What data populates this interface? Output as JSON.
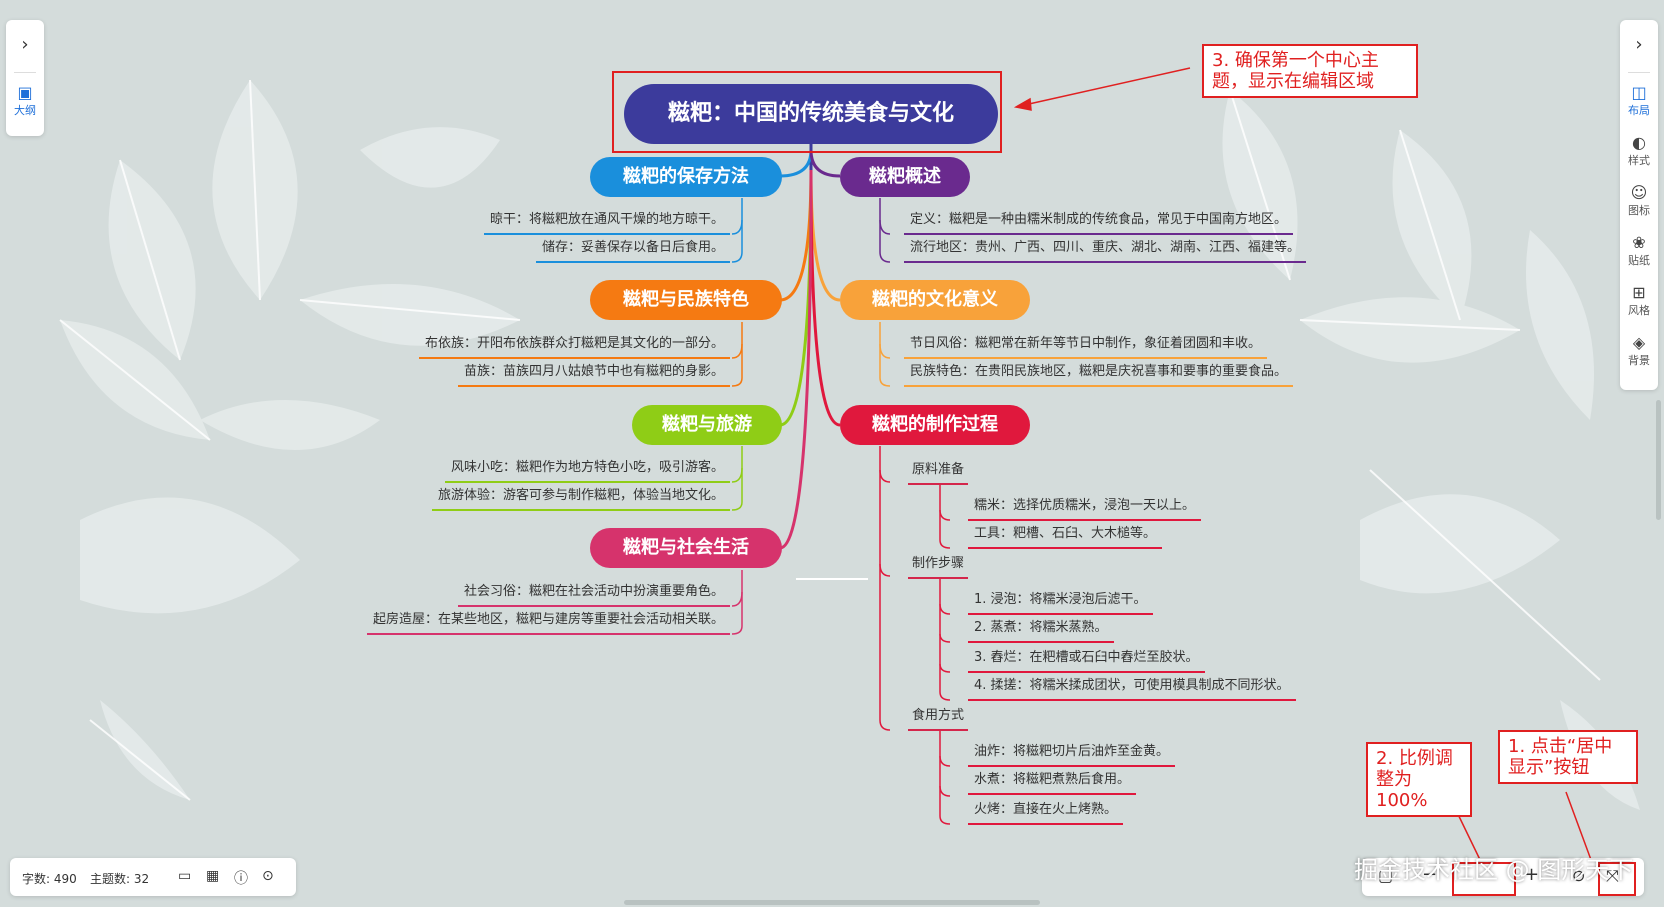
{
  "left_panel": {
    "outline_label": "大纲"
  },
  "right_panel": {
    "items": [
      {
        "label": "布局",
        "icon": "layout-icon"
      },
      {
        "label": "样式",
        "icon": "palette-icon"
      },
      {
        "label": "图标",
        "icon": "smiley-icon"
      },
      {
        "label": "贴纸",
        "icon": "sticker-icon"
      },
      {
        "label": "风格",
        "icon": "grid-icon"
      },
      {
        "label": "背景",
        "icon": "layers-icon"
      }
    ]
  },
  "mindmap": {
    "root": "糍粑：中国的传统美食与文化",
    "left_branches": [
      {
        "title": "糍粑的保存方法",
        "color": "#1a8fdc",
        "leaves": [
          "晾干：将糍粑放在通风干燥的地方晾干。",
          "储存：妥善保存以备日后食用。"
        ]
      },
      {
        "title": "糍粑与民族特色",
        "color": "#f57a12",
        "leaves": [
          "布依族：开阳布依族群众打糍粑是其文化的一部分。",
          "苗族：苗族四月八姑娘节中也有糍粑的身影。"
        ]
      },
      {
        "title": "糍粑与旅游",
        "color": "#8fcd16",
        "leaves": [
          "风味小吃：糍粑作为地方特色小吃，吸引游客。",
          "旅游体验：游客可参与制作糍粑，体验当地文化。"
        ]
      },
      {
        "title": "糍粑与社会生活",
        "color": "#d6336c",
        "leaves": [
          "社会习俗：糍粑在社会活动中扮演重要角色。",
          "起房造屋：在某些地区，糍粑与建房等重要社会活动相关联。"
        ]
      }
    ],
    "right_branches": [
      {
        "title": "糍粑概述",
        "color": "#6a2a8e",
        "leaves": [
          "定义：糍粑是一种由糯米制成的传统食品，常见于中国南方地区。",
          "流行地区：贵州、广西、四川、重庆、湖北、湖南、江西、福建等。"
        ]
      },
      {
        "title": "糍粑的文化意义",
        "color": "#f8a23a",
        "leaves": [
          "节日风俗：糍粑常在新年等节日中制作，象征着团圆和丰收。",
          "民族特色：在贵阳民族地区，糍粑是庆祝喜事和要事的重要食品。"
        ]
      },
      {
        "title": "糍粑的制作过程",
        "color": "#e0183d",
        "groups": [
          {
            "title": "原料准备",
            "leaves": [
              "糯米：选择优质糯米，浸泡一天以上。",
              "工具：粑槽、石臼、大木槌等。"
            ]
          },
          {
            "title": "制作步骤",
            "leaves": [
              "1. 浸泡：将糯米浸泡后滤干。",
              "2. 蒸煮：将糯米蒸熟。",
              "3. 舂烂：在粑槽或石臼中舂烂至胶状。",
              "4. 揉搓：将糯米揉成团状，可使用模具制成不同形状。"
            ]
          },
          {
            "title": "食用方式",
            "leaves": [
              "油炸：将糍粑切片后油炸至金黄。",
              "水煮：将糍粑煮熟后食用。",
              "火烤：直接在火上烤熟。"
            ]
          }
        ]
      }
    ]
  },
  "annotations": {
    "a1": "1. 点击“居中显示”按钮",
    "a2": "2. 比例调整为100%",
    "a3": "3. 确保第一个中心主题，显示在编辑区域"
  },
  "status": {
    "word_count": "字数: 490",
    "topic_count": "主题数: 32"
  },
  "watermark": "掘金技术社区 @ 图形天下",
  "colors": {
    "accent": "#1e6fd9",
    "annotation": "#e02020",
    "root": "#3c3b9c"
  }
}
